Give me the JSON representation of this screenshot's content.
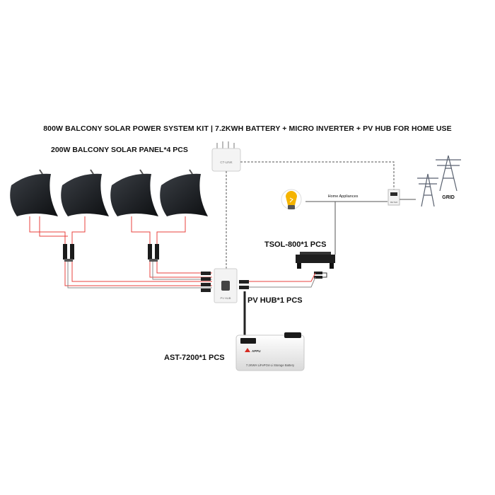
{
  "title": "800W BALCONY SOLAR POWER SYSTEM KIT | 7.2KWH BATTERY +  MICRO INVERTER + PV HUB FOR HOME USE",
  "labels": {
    "panels": "200W BALCONY SOLAR PANEL*4 PCS",
    "inverter": "TSOL-800*1 PCS",
    "hub": "PV HUB*1 PCS",
    "battery": "AST-7200*1 PCS",
    "grid": "GRID",
    "home": "Home Appliances"
  },
  "device_text": {
    "router": "CT-LINK",
    "hub": "PV HUB",
    "meter": "METER",
    "battery_brand": "APPU",
    "battery_desc": "7.2KWH LiFePO4-Li Storage Battery"
  },
  "colors": {
    "panel": "#1f2226",
    "cable_red": "#e8413c",
    "cable_gray": "#8a8a8a",
    "dashed": "#555555",
    "bulb": "#f5b400",
    "battery_body": "#eeeeee",
    "accent": "#d62b22"
  }
}
